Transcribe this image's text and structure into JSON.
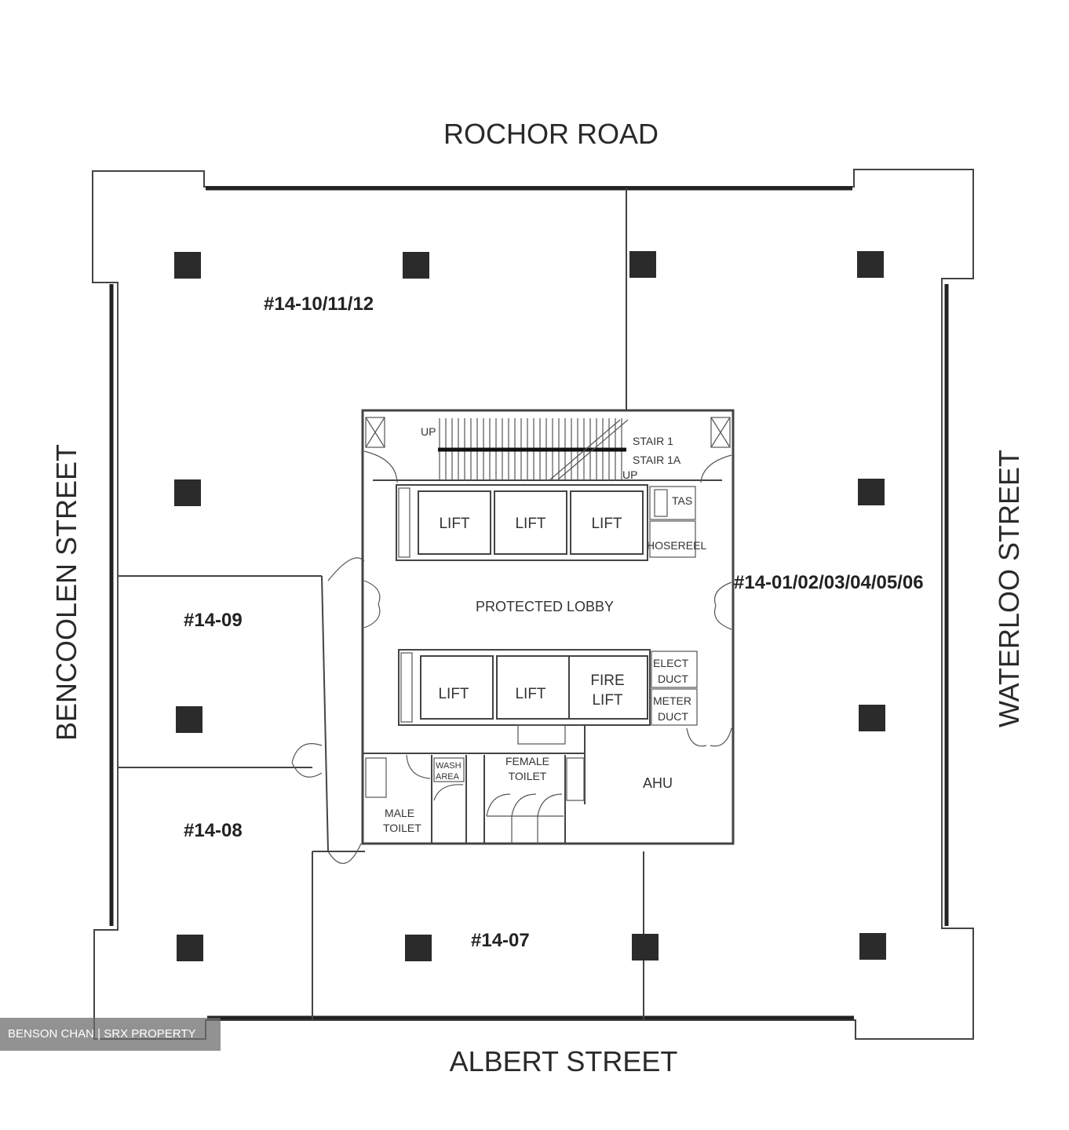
{
  "streets": {
    "north": "ROCHOR ROAD",
    "south": "ALBERT STREET",
    "west": "BENCOOLEN STREET",
    "east": "WATERLOO STREET"
  },
  "units": {
    "u10_11_12": "#14-10/11/12",
    "u09": "#14-09",
    "u08": "#14-08",
    "u07": "#14-07",
    "u01_06": "#14-01/02/03/04/05/06"
  },
  "core": {
    "stair_up_left": "UP",
    "stair_up_right": "UP",
    "stair_1": "STAIR 1",
    "stair_1a": "STAIR 1A",
    "lift": "LIFT",
    "fire_lift_line1": "FIRE",
    "fire_lift_line2": "LIFT",
    "tas": "TAS",
    "hosereel": "HOSEREEL",
    "protected_lobby": "PROTECTED LOBBY",
    "elect_line1": "ELECT",
    "elect_line2": "DUCT",
    "meter_line1": "METER",
    "meter_line2": "DUCT",
    "ahu": "AHU",
    "female_line1": "FEMALE",
    "female_line2": "TOILET",
    "male_line1": "MALE",
    "male_line2": "TOILET",
    "wash_line1": "WASH",
    "wash_line2": "AREA"
  },
  "watermark": "BENSON CHAN | SRX PROPERTY"
}
